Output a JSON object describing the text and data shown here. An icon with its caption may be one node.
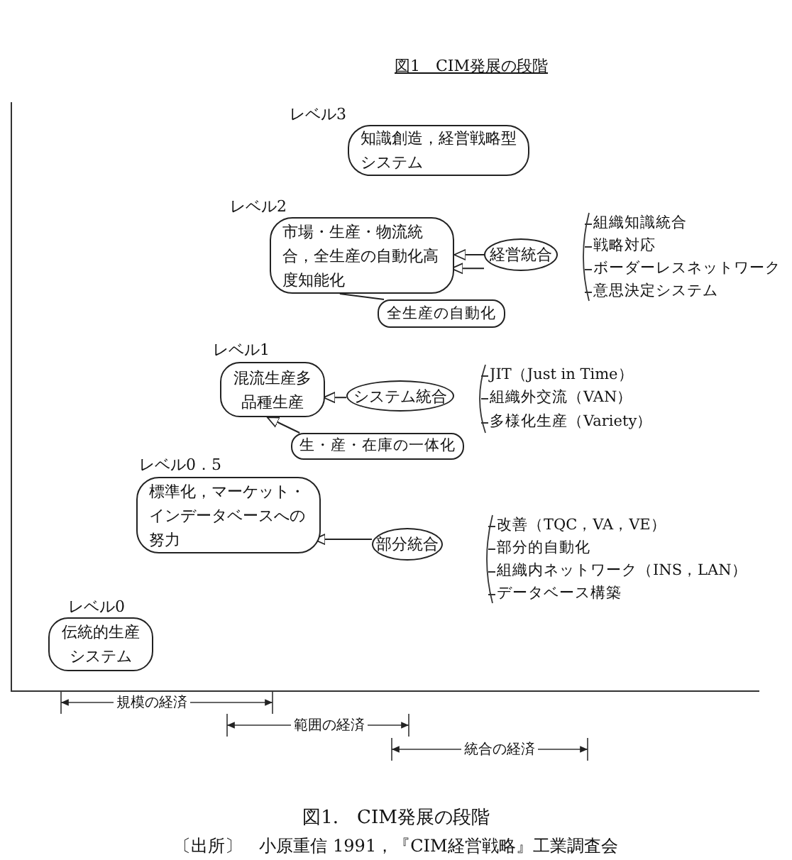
{
  "diagram": {
    "title": "図1　CIM発展の段階",
    "caption": "図1.　CIM発展の段階",
    "nodes": [
      {
        "text": [
          "レベル3",
          "知識創造，経営戦略型システム"
        ]
      },
      {
        "text": [
          "レベル2",
          "市場・生産・物流統合，全生産の自動化高度知能化"
        ]
      },
      {
        "text": [
          "経営統合"
        ]
      },
      {
        "text": [
          "全生産の自動化"
        ]
      },
      {
        "text": [
          "レベル1",
          "混流生産多品種生産"
        ]
      },
      {
        "text": [
          "システム統合"
        ]
      },
      {
        "text": [
          "生・産・在庫の一体化"
        ]
      },
      {
        "text": [
          "レベル0．5",
          "標準化，マーケット・インデータベースへの努力"
        ]
      },
      {
        "text": [
          "部分統合"
        ]
      },
      {
        "text": [
          "レベル0",
          "伝統的生産システム"
        ]
      }
    ],
    "edges": [
      {
        "from": 2,
        "to": 1,
        "arrow": "to"
      },
      {
        "from": 2,
        "to": 1,
        "arrow": "to"
      },
      {
        "from": 3,
        "to": 1,
        "arrow": "none"
      },
      {
        "from": 5,
        "to": 4,
        "arrow": "to"
      },
      {
        "from": 6,
        "to": 4,
        "arrow": "to"
      },
      {
        "from": 8,
        "to": 7,
        "arrow": "to"
      }
    ],
    "labels": [
      "組織知識統合",
      "戦略対応",
      "ボーダーレスネットワーク",
      "意思決定システム",
      "JIT（Just in Time）",
      "組織外交流（VAN）",
      "多様化生産（Variety）",
      "改善（TQC，VA，VE）",
      "部分的自動化",
      "組織内ネットワーク（INS，LAN）",
      "データベース構築",
      "規模の経済",
      "範囲の経済",
      "統合の経済",
      "〔出所〕　小原重信 1991，『CIM経営戦略』工業調査会"
    ]
  }
}
